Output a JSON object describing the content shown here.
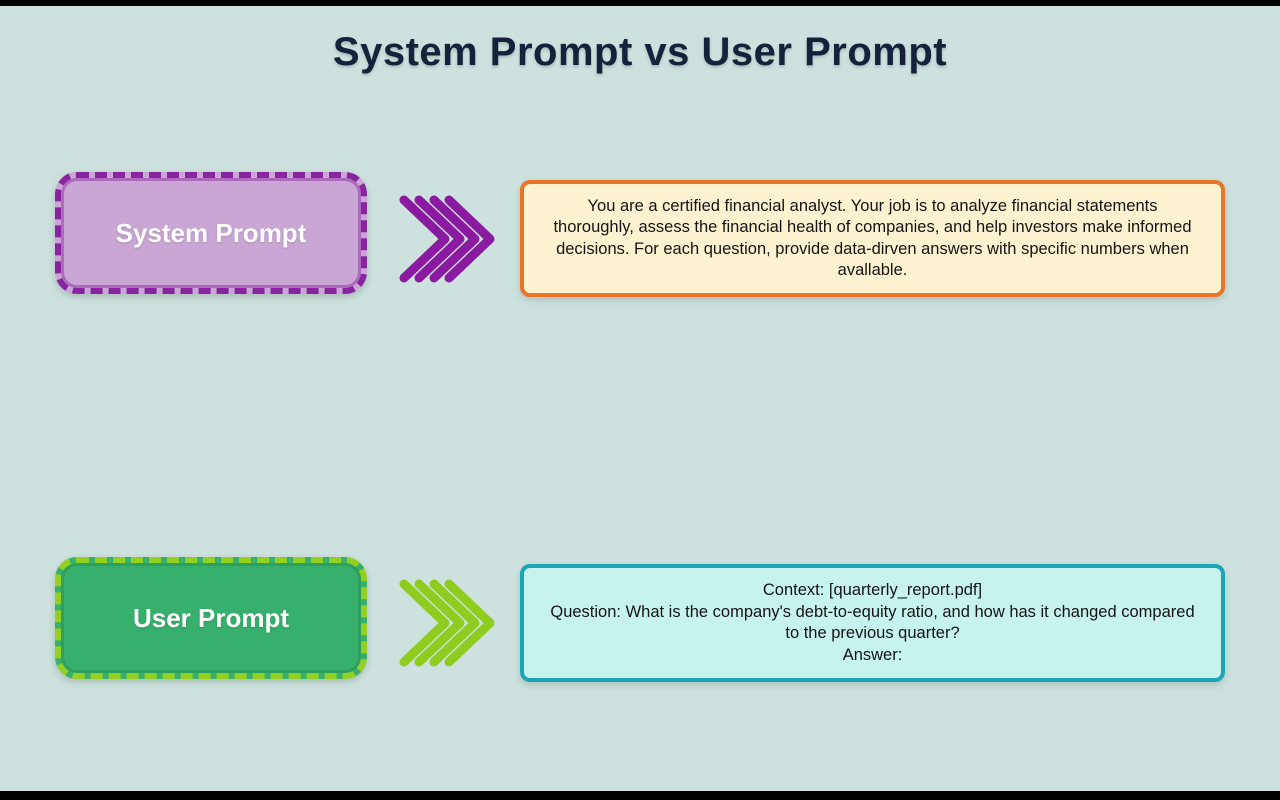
{
  "title": "System Prompt vs User Prompt",
  "system_row": {
    "label": "System Prompt",
    "arrow_icon": "quad-chevron-right",
    "content": "You are a certified financial analyst. Your job is to analyze financial statements thoroughly, assess the financial health of companies, and help investors make informed decisions. For each question, provide data-dirven answers with specific numbers when avallable."
  },
  "user_row": {
    "label": "User Prompt",
    "arrow_icon": "quad-chevron-right",
    "content_lines": {
      "context": "Context: [quarterly_report.pdf]",
      "question": "Question: What is the company's debt-to-equity ratio, and how has it changed compared to the previous quarter?",
      "answer": "Answer:"
    }
  },
  "colors": {
    "background": "#cde2de",
    "title_text": "#16213c",
    "system_box_fill": "#c9a6d4",
    "system_box_border": "#8a23a0",
    "system_arrow": "#8a1aa0",
    "system_content_fill": "#fdf2d0",
    "system_content_border": "#e8762a",
    "user_box_fill": "#36b06c",
    "user_box_border": "#93d021",
    "user_arrow": "#8fcc1f",
    "user_content_fill": "#c7f3ef",
    "user_content_border": "#1aa6b8",
    "letterbox_bars": "#000000"
  }
}
